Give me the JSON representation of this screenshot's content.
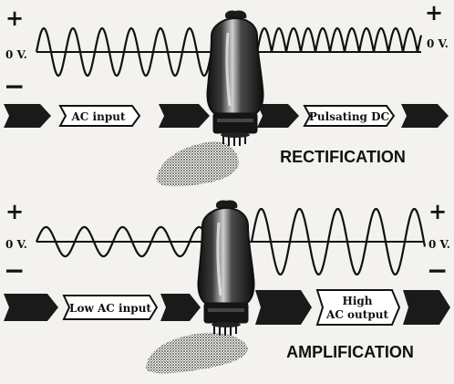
{
  "panels": [
    {
      "id": "rectification",
      "plus": "+",
      "minus": "−",
      "zero_label_left": "0 V.",
      "box_in": "AC input",
      "box_out": "Pulsating DC",
      "caption": "RECTIFICATION"
    },
    {
      "id": "amplification",
      "plus": "+",
      "minus": "−",
      "zero_label_left": "0 V.",
      "plus_right": "+",
      "minus_right": "−",
      "zero_label_right": "0 V.",
      "box_in": "Low AC input",
      "box_out_line1": "High",
      "box_out_line2": "AC output",
      "caption": "AMPLIFICATION"
    }
  ],
  "colors": {
    "ink": "#111111",
    "paper": "#f3f2ee",
    "tube_glass": "#2a2a2a",
    "shadow": "#555555"
  }
}
